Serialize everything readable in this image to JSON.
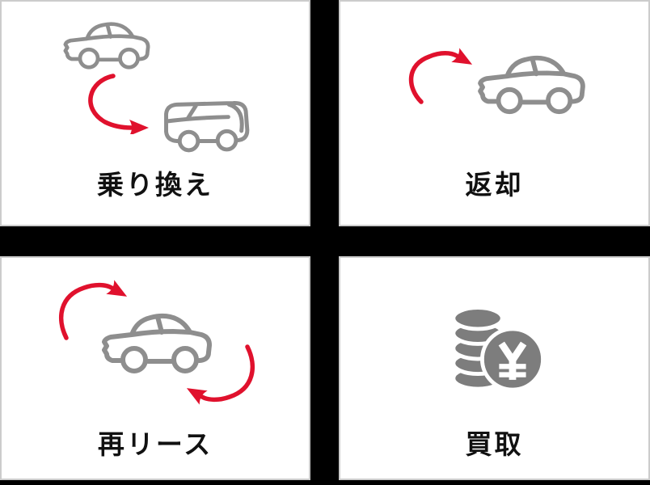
{
  "page": {
    "background_color": "#000000",
    "card_background": "#ffffff",
    "card_border_color": "#cccccc"
  },
  "colors": {
    "vehicle_gray": "#8e8e8e",
    "coin_gray": "#7d7d7d",
    "arrow_red": "#e0112d",
    "label_black": "#111111"
  },
  "cards": [
    {
      "label": "乗り換え",
      "icons": [
        "car-icon",
        "curved-arrow-down-icon",
        "van-icon"
      ]
    },
    {
      "label": "返却",
      "icons": [
        "curved-arrow-up-icon",
        "car-icon"
      ]
    },
    {
      "label": "再リース",
      "icons": [
        "cycle-arrow-top-icon",
        "car-icon",
        "cycle-arrow-bottom-icon"
      ]
    },
    {
      "label": "買取",
      "icons": [
        "coin-stack-icon",
        "yen-coin-icon"
      ],
      "yen_symbol": "¥"
    }
  ]
}
